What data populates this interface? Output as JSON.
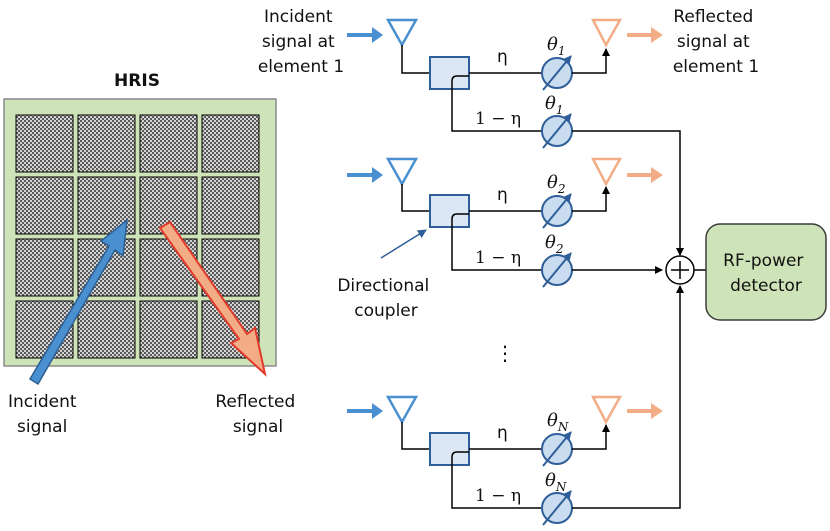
{
  "hris": {
    "title": "HRIS",
    "incident_label": [
      "Incident",
      "signal"
    ],
    "reflected_label": [
      "Reflected",
      "signal"
    ]
  },
  "element_top": {
    "incident_label": [
      "Incident",
      "signal at",
      "element 1"
    ],
    "reflected_label": [
      "Reflected",
      "signal at",
      "element 1"
    ]
  },
  "branches": [
    {
      "eta": "η",
      "one_minus_eta": "1 − η",
      "theta": "θ",
      "sub": "1"
    },
    {
      "eta": "η",
      "one_minus_eta": "1 − η",
      "theta": "θ",
      "sub": "2"
    },
    {
      "eta": "η",
      "one_minus_eta": "1 − η",
      "theta": "θ",
      "sub": "N"
    }
  ],
  "coupler_label": [
    "Directional",
    "coupler"
  ],
  "ellipsis": "⋮",
  "detector_label": [
    "RF-power",
    "detector"
  ],
  "colors": {
    "incident_arrow": "#4a90d0",
    "reflected_arrow": "#f2ad86",
    "hris_bg": "#cfe3b8",
    "detector_bg": "#cfe3b8",
    "phase_shifter": "#c9dcf0"
  }
}
